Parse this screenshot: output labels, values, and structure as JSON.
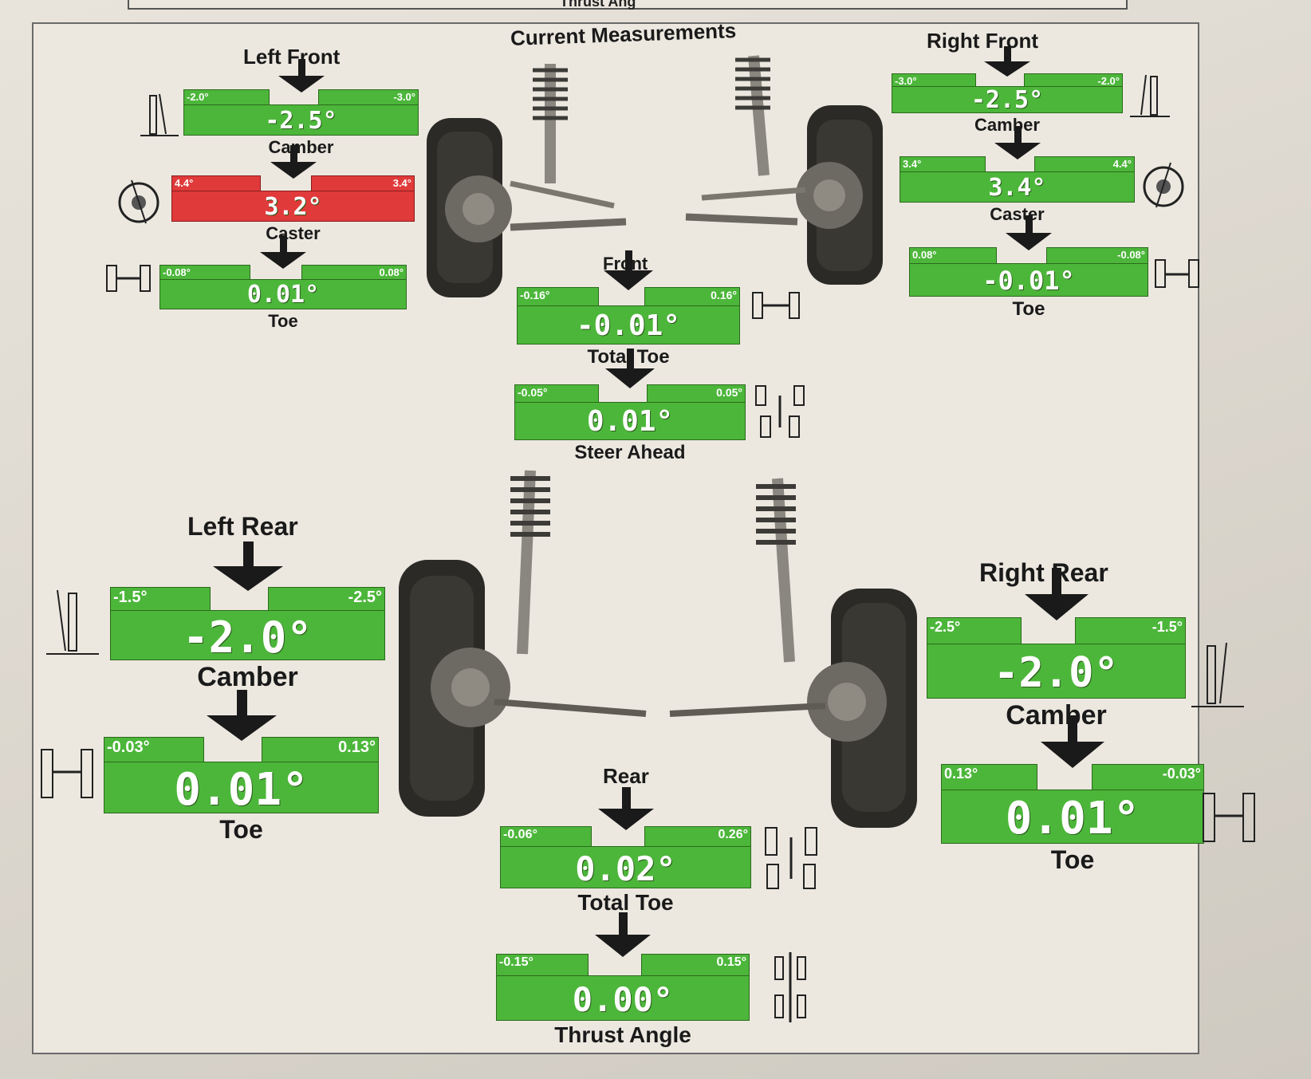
{
  "top_label": "Thrust Ang",
  "title": "Current Measurements",
  "left_front": {
    "title": "Left Front",
    "camber": {
      "label": "Camber",
      "value": "-2.5°",
      "min": "-2.0°",
      "max": "-3.0°",
      "status": "ok"
    },
    "caster": {
      "label": "Caster",
      "value": "3.2°",
      "min": "4.4°",
      "max": "3.4°",
      "status": "out"
    },
    "toe": {
      "label": "Toe",
      "value": "0.01°",
      "min": "-0.08°",
      "max": "0.08°",
      "status": "ok"
    }
  },
  "right_front": {
    "title": "Right Front",
    "camber": {
      "label": "Camber",
      "value": "-2.5°",
      "min": "-3.0°",
      "max": "-2.0°",
      "status": "ok"
    },
    "caster": {
      "label": "Caster",
      "value": "3.4°",
      "min": "3.4°",
      "max": "4.4°",
      "status": "ok"
    },
    "toe": {
      "label": "Toe",
      "value": "-0.01°",
      "min": "0.08°",
      "max": "-0.08°",
      "status": "ok"
    }
  },
  "front_center": {
    "title": "Front",
    "total_toe": {
      "label": "Total Toe",
      "value": "-0.01°",
      "min": "-0.16°",
      "max": "0.16°",
      "status": "ok"
    },
    "steer_ahead": {
      "label": "Steer Ahead",
      "value": "0.01°",
      "min": "-0.05°",
      "max": "0.05°",
      "status": "ok"
    }
  },
  "left_rear": {
    "title": "Left Rear",
    "camber": {
      "label": "Camber",
      "value": "-2.0°",
      "min": "-1.5°",
      "max": "-2.5°",
      "status": "ok"
    },
    "toe": {
      "label": "Toe",
      "value": "0.01°",
      "min": "-0.03°",
      "max": "0.13°",
      "status": "ok"
    }
  },
  "right_rear": {
    "title": "Right Rear",
    "camber": {
      "label": "Camber",
      "value": "-2.0°",
      "min": "-2.5°",
      "max": "-1.5°",
      "status": "ok"
    },
    "toe": {
      "label": "Toe",
      "value": "0.01°",
      "min": "0.13°",
      "max": "-0.03°",
      "status": "ok"
    }
  },
  "rear_center": {
    "title": "Rear",
    "total_toe": {
      "label": "Total Toe",
      "value": "0.02°",
      "min": "-0.06°",
      "max": "0.26°",
      "status": "ok"
    },
    "thrust_angle": {
      "label": "Thrust Angle",
      "value": "0.00°",
      "min": "-0.15°",
      "max": "0.15°",
      "status": "ok"
    }
  },
  "colors": {
    "in_spec": "#4cb63a",
    "out_of_spec": "#e03a3a",
    "text_dark": "#1a1a1a"
  },
  "icons": [
    "camber-icon",
    "caster-icon",
    "toe-icon",
    "total-toe-icon",
    "steer-ahead-icon",
    "thrust-angle-icon",
    "wheel-image",
    "strut-image"
  ]
}
